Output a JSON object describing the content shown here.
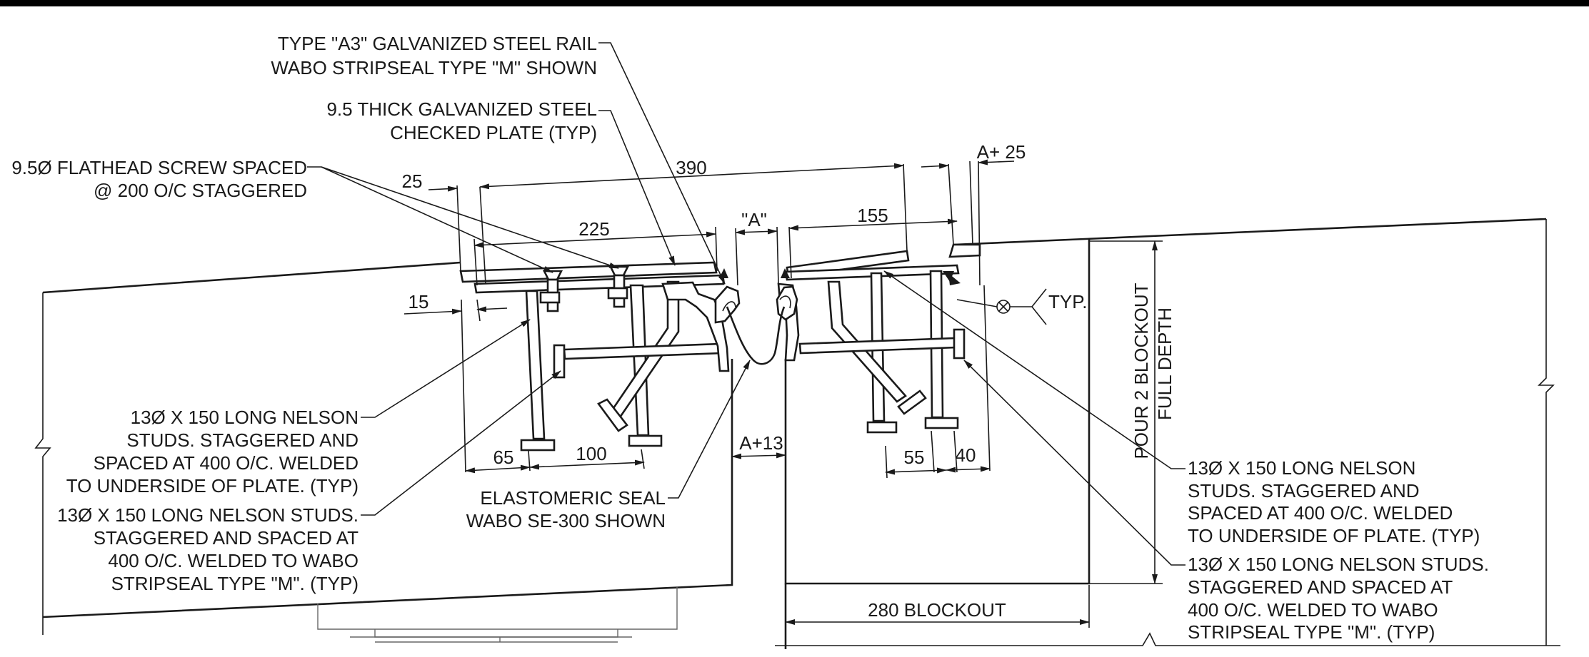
{
  "drawing": {
    "callouts": {
      "rail": [
        "TYPE \"A3\" GALVANIZED STEEL RAIL",
        "WABO STRIPSEAL TYPE \"M\" SHOWN"
      ],
      "checked_plate": [
        "9.5 THICK GALVANIZED STEEL",
        "CHECKED PLATE (TYP)"
      ],
      "screw": [
        "9.5Ø FLATHEAD SCREW SPACED",
        "@ 200 O/C STAGGERED"
      ],
      "studs_left_plate": [
        "13Ø X 150 LONG NELSON",
        "STUDS. STAGGERED AND",
        "SPACED AT 400 O/C. WELDED",
        "TO UNDERSIDE OF PLATE. (TYP)"
      ],
      "studs_left_rail": [
        "13Ø X 150 LONG NELSON STUDS.",
        "STAGGERED AND SPACED AT",
        "400 O/C. WELDED TO WABO",
        "STRIPSEAL TYPE \"M\". (TYP)"
      ],
      "seal": [
        "ELASTOMERIC SEAL",
        "WABO SE-300 SHOWN"
      ],
      "studs_right_plate": [
        "13Ø X 150 LONG NELSON",
        "STUDS. STAGGERED AND",
        "SPACED AT 400 O/C. WELDED",
        "TO UNDERSIDE OF PLATE. (TYP)"
      ],
      "studs_right_rail": [
        "13Ø X 150 LONG NELSON STUDS.",
        "STAGGERED AND SPACED AT",
        "400 O/C. WELDED TO WABO",
        "STRIPSEAL TYPE \"M\". (TYP)"
      ],
      "typ": "TYP.",
      "blockout_depth": [
        "POUR 2 BLOCKOUT",
        "FULL DEPTH"
      ],
      "blockout_width": "280 BLOCKOUT"
    },
    "dimensions": {
      "d390": "390",
      "d25": "25",
      "d225": "225",
      "dA": "\"A\"",
      "d155": "155",
      "dA25": "A+ 25",
      "d15": "15",
      "d65": "65",
      "d100": "100",
      "dA13": "A+13",
      "d55": "55",
      "d40": "40"
    }
  }
}
